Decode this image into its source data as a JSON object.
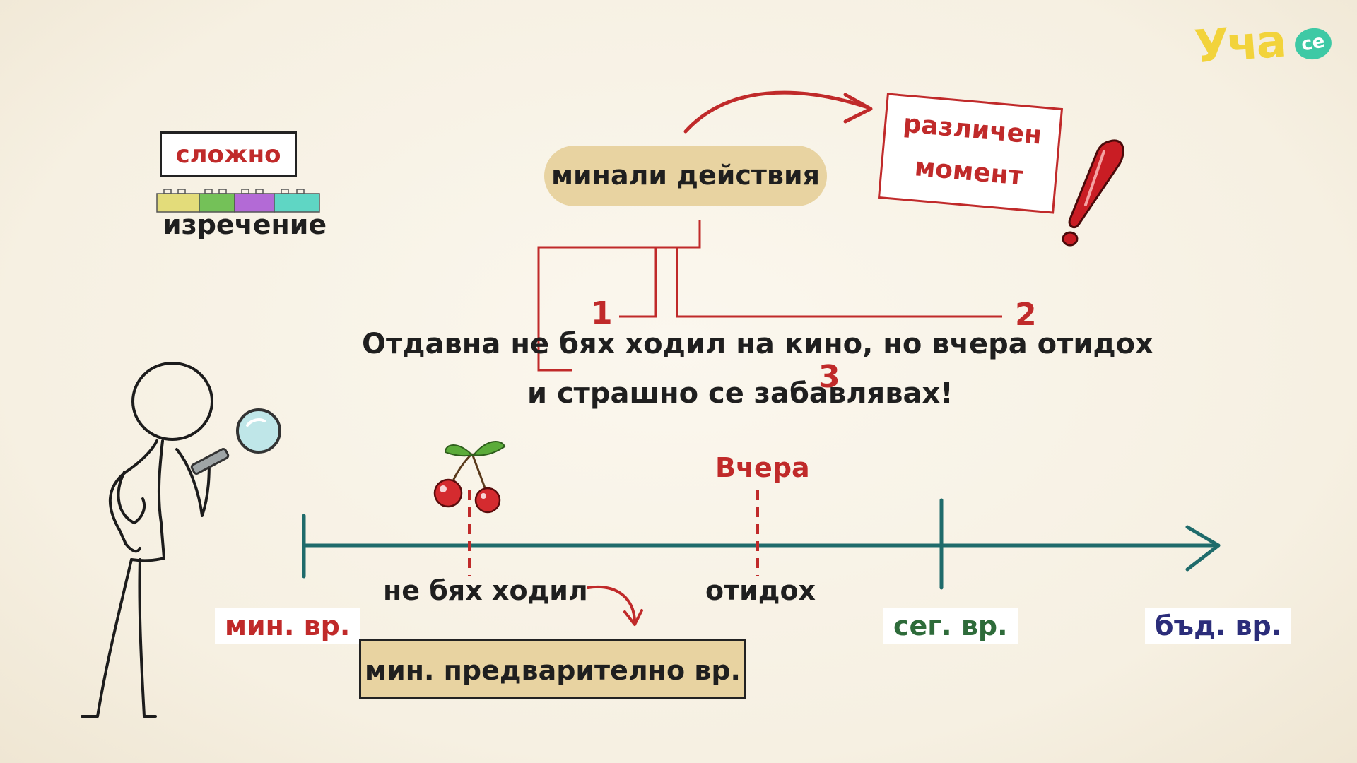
{
  "logo": {
    "text": "Уча",
    "badge": "се"
  },
  "complex_sentence": {
    "box_label": "сложно",
    "caption": "изречение"
  },
  "past_actions": "минали действия",
  "different_moment": {
    "line1": "различен",
    "line2": "момент"
  },
  "sentence": {
    "line1": "Отдавна не бях ходил на кино, но вчера отидох",
    "line2": "и страшно се забавлявах!"
  },
  "markers": {
    "one": "1",
    "two": "2",
    "three": "3"
  },
  "timeline": {
    "yesterday": "Вчера",
    "verb_a": "не бях ходил",
    "verb_b": "отидох",
    "past_tense": "мин. вр.",
    "present_tense": "сег. вр.",
    "future_tense": "бъд. вр.",
    "pluperfect": "мин. предварително вр."
  },
  "colors": {
    "background": "#f6f0e2",
    "accent_red": "#c02a2a",
    "timeline_teal": "#1f6b6b",
    "tan": "#e8d3a1",
    "present_green": "#2e6b3a",
    "future_blue": "#2b2d7a",
    "logo_yellow": "#f2d33b",
    "logo_teal": "#3ec9a5"
  },
  "icons": [
    "exclamation-icon",
    "cherry-icon",
    "magnifier-icon",
    "stick-figure-icon",
    "lego-blocks-icon",
    "arrow-icon"
  ]
}
